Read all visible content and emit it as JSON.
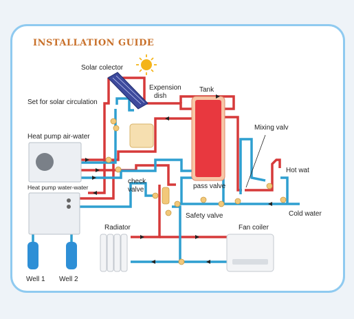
{
  "title": "INSTALLATION GUIDE",
  "labels": {
    "solar_collector": "Solar colector",
    "expansion_dish": [
      "Expension",
      "dish"
    ],
    "tank": "Tank",
    "solar_circulation": "Set for solar circulation",
    "heat_pump_air": "Heat pump air-water",
    "heat_pump_water": "Heat pump water-water",
    "check_valve": [
      "check",
      "valve"
    ],
    "pass_valve": "pass valve",
    "mixing_valve": "Mixing valv",
    "hot_water": "Hot wat",
    "cold_water": "Cold water",
    "safety_valve": "Safety valve",
    "radiator": "Radiator",
    "fan_coiler": "Fan coiler",
    "well1": "Well 1",
    "well2": "Well 2"
  },
  "colors": {
    "hot_pipe": "#d63a3a",
    "cold_pipe": "#2f9fd0",
    "tank": "#e8383f",
    "valve": "#f2c87a",
    "sun": "#f4b41a",
    "card_border": "#8fcaf0",
    "title": "#c8702a"
  }
}
